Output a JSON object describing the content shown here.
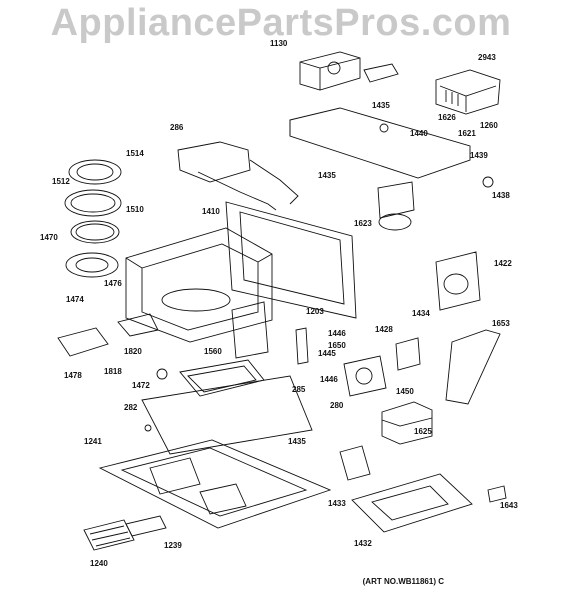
{
  "watermark": "AppliancePartsPros.com",
  "art_number": "(ART NO.WB11861) C",
  "colors": {
    "line": "#111111",
    "watermark": "#c9c9c9",
    "background": "#ffffff"
  },
  "part_labels": [
    "1130",
    "2943",
    "1435",
    "286",
    "1626",
    "1440",
    "1621",
    "1260",
    "1514",
    "1439",
    "1512",
    "1435",
    "1438",
    "1510",
    "1410",
    "1623",
    "1470",
    "1422",
    "1476",
    "1474",
    "1434",
    "1653",
    "1203",
    "1428",
    "1446",
    "1650",
    "1445",
    "1820",
    "1560",
    "1478",
    "1818",
    "1472",
    "1446",
    "1450",
    "285",
    "280",
    "282",
    "1625",
    "1435",
    "1241",
    "1433",
    "1643",
    "1432",
    "1239",
    "1240"
  ]
}
